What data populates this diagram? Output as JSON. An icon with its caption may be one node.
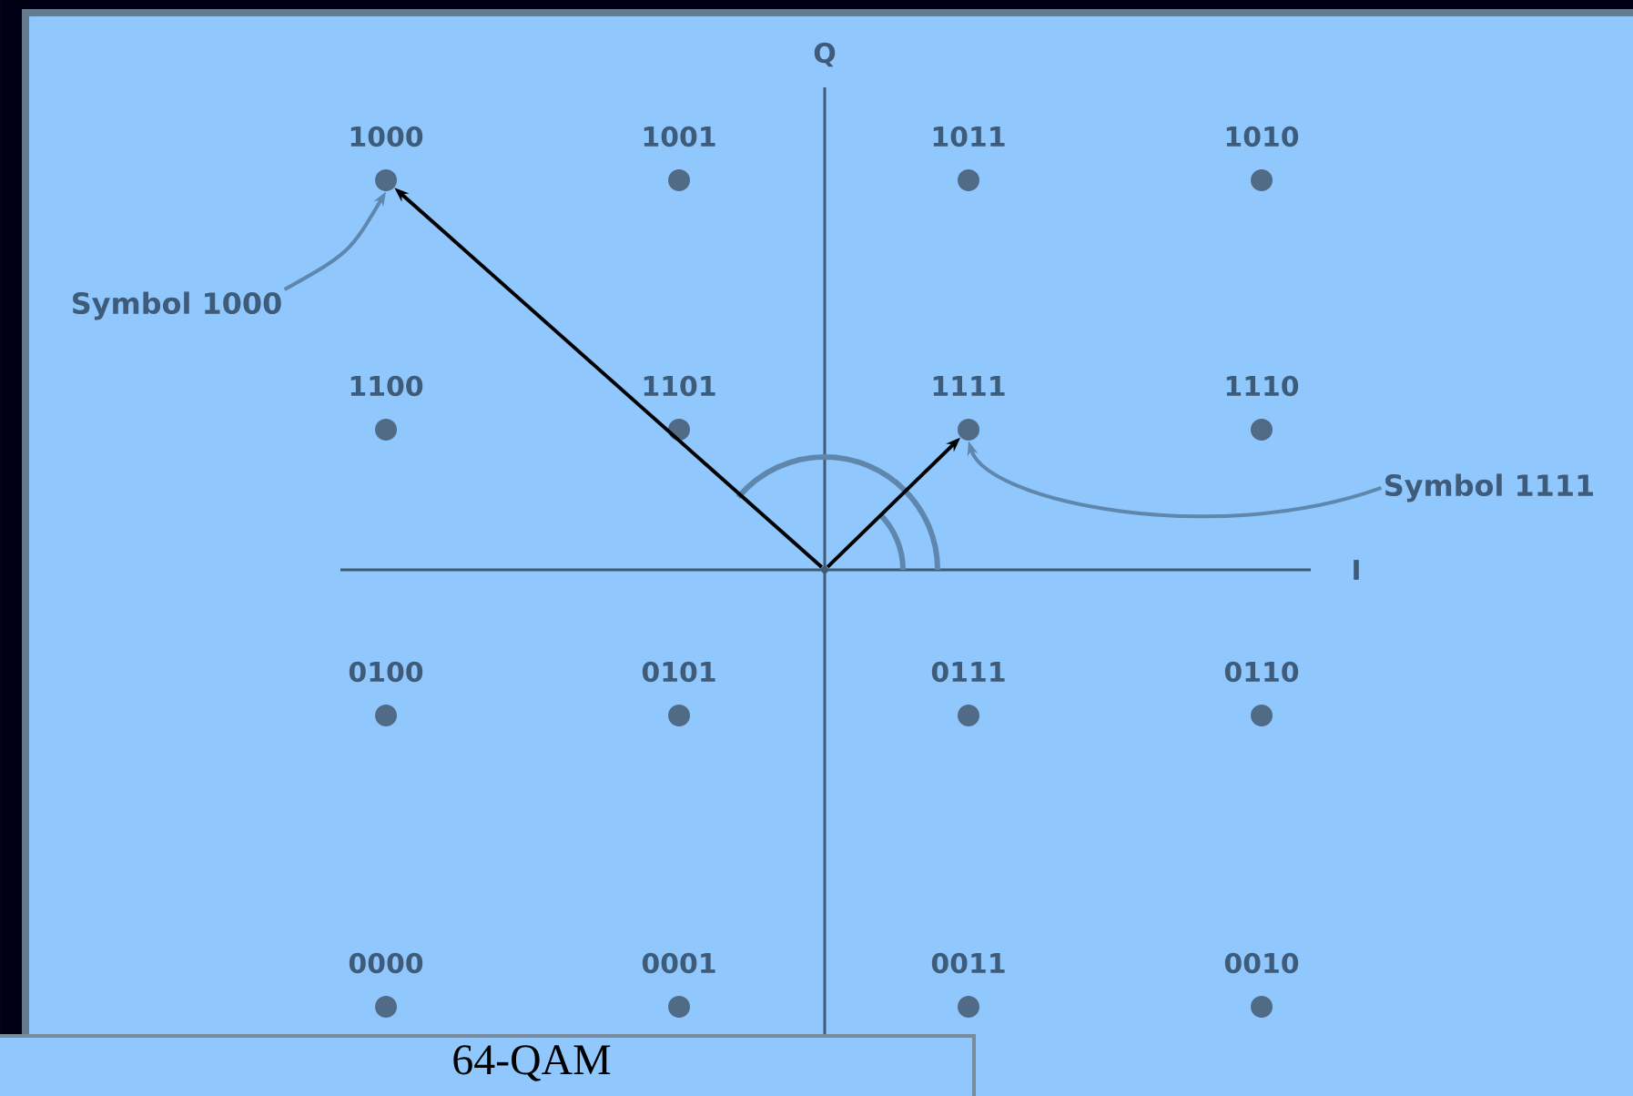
{
  "diagram": {
    "caption": "64-QAM",
    "nodes": [
      {
        "text": [],
        "shape": "circle",
        "beside": [
          "1000"
        ]
      },
      {
        "text": [],
        "shape": "circle",
        "beside": [
          "1001"
        ]
      },
      {
        "text": [],
        "shape": "circle",
        "beside": [
          "1011"
        ]
      },
      {
        "text": [],
        "shape": "circle",
        "beside": [
          "1010"
        ]
      },
      {
        "text": [],
        "shape": "circle",
        "beside": [
          "1100"
        ]
      },
      {
        "text": [],
        "shape": "circle",
        "beside": [
          "1101"
        ]
      },
      {
        "text": [],
        "shape": "circle",
        "beside": [
          "1111"
        ]
      },
      {
        "text": [],
        "shape": "circle",
        "beside": [
          "1110"
        ]
      },
      {
        "text": [],
        "shape": "circle",
        "beside": [
          "0100"
        ]
      },
      {
        "text": [],
        "shape": "circle",
        "beside": [
          "0101"
        ]
      },
      {
        "text": [],
        "shape": "circle",
        "beside": [
          "0111"
        ]
      },
      {
        "text": [],
        "shape": "circle",
        "beside": [
          "0110"
        ]
      },
      {
        "text": [],
        "shape": "circle",
        "beside": [
          "0000"
        ]
      },
      {
        "text": [],
        "shape": "circle",
        "beside": [
          "0001"
        ]
      },
      {
        "text": [],
        "shape": "circle",
        "beside": [
          "0011"
        ]
      },
      {
        "text": [],
        "shape": "circle",
        "beside": [
          "0010"
        ]
      },
      {
        "text": [],
        "shape": "point"
      },
      {
        "text": [
          "Symbol 1000"
        ]
      },
      {
        "text": [
          "Symbol 1111"
        ]
      }
    ],
    "edges": [
      {
        "from": 16,
        "to": 0,
        "arrow": "to"
      },
      {
        "from": 16,
        "to": 6,
        "arrow": "to"
      },
      {
        "from": 17,
        "to": 0,
        "arrow": "to",
        "color": "#5f87ad"
      },
      {
        "from": 18,
        "to": 6,
        "arrow": "to",
        "color": "#5f87ad"
      }
    ],
    "labels": [
      "Q",
      "I"
    ]
  }
}
